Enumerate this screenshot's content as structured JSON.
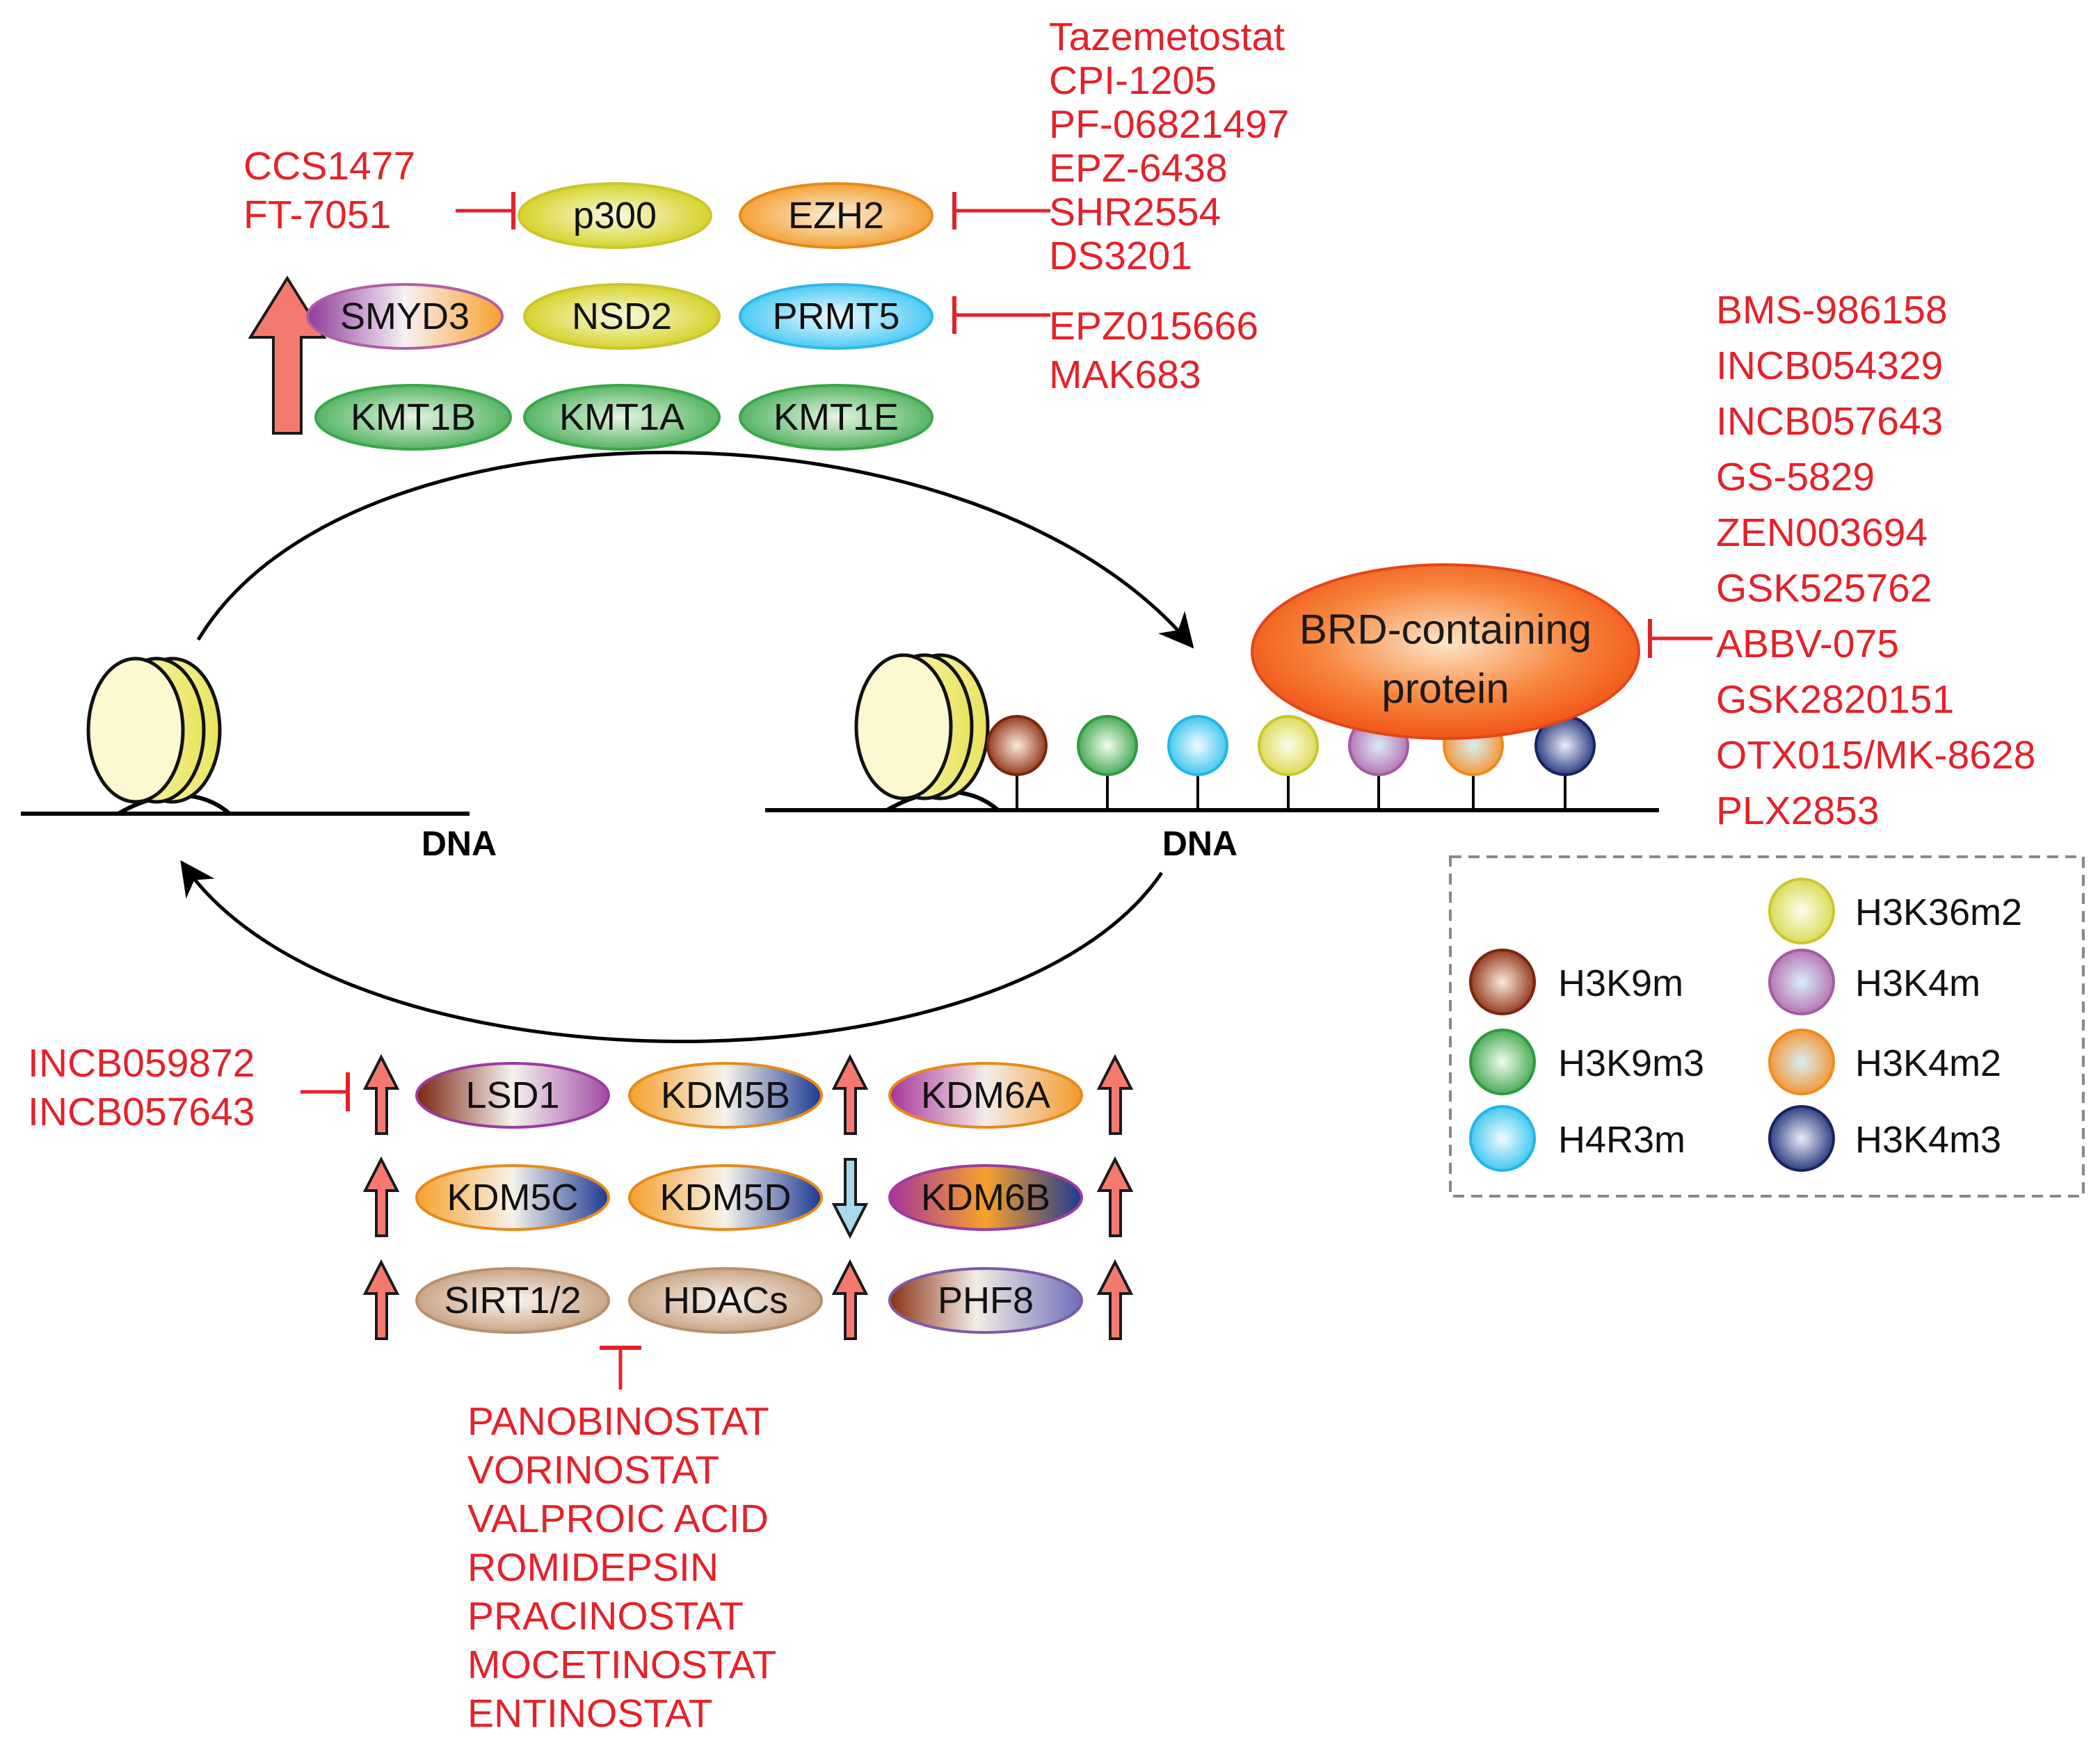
{
  "diagram": {
    "writers": {
      "row1": [
        "p300",
        "EZH2"
      ],
      "row2": [
        "SMYD3",
        "NSD2",
        "PRMT5"
      ],
      "row3": [
        "KMT1B",
        "KMT1A",
        "KMT1E"
      ]
    },
    "p300_inhibitors": [
      "CCS1477",
      "FT-7051"
    ],
    "ezh2_inhibitors": [
      "Tazemetostat",
      "CPI-1205",
      "PF-06821497",
      "EPZ-6438",
      "SHR2554",
      "DS3201"
    ],
    "prmt5_inhibitors": [
      "EPZ015666",
      "MAK683"
    ],
    "brd": {
      "label_line1": "BRD-containing",
      "label_line2": "protein",
      "inhibitors": [
        "BMS-986158",
        "INCB054329",
        "INCB057643",
        "GS-5829",
        "ZEN003694",
        "GSK525762",
        "ABBV-075",
        "GSK2820151",
        "OTX015/MK-8628",
        "PLX2853"
      ]
    },
    "dna_label": "DNA",
    "erasers": {
      "row1": [
        "LSD1",
        "KDM5B",
        "KDM6A"
      ],
      "row2": [
        "KDM5C",
        "KDM5D",
        "KDM6B"
      ],
      "row3": [
        "SIRT1/2",
        "HDACs",
        "PHF8"
      ]
    },
    "lsd1_inhibitors": [
      "INCB059872",
      "INCB057643"
    ],
    "hdac_inhibitors": [
      "PANOBINOSTAT",
      "VORINOSTAT",
      "VALPROIC ACID",
      "ROMIDEPSIN",
      "PRACINOSTAT",
      "MOCETINOSTAT",
      "ENTINOSTAT"
    ],
    "legend": [
      {
        "label": "H3K9m",
        "color": "#8b2e0f"
      },
      {
        "label": "H3K9m3",
        "color": "#3aa64a"
      },
      {
        "label": "H4R3m",
        "color": "#33c4ee"
      },
      {
        "label": "H3K36m2",
        "color": "#d9d84a"
      },
      {
        "label": "H3K4m",
        "color": "#b46cb0"
      },
      {
        "label": "H3K4m2",
        "color": "#f5922a"
      },
      {
        "label": "H3K4m3",
        "color": "#1e2f7a"
      }
    ],
    "colors": {
      "drug_red": "#e3222b",
      "up_arrow": "#f47a70",
      "down_arrow": "#a8d8ec",
      "brd_orange": "#f25a16"
    }
  }
}
